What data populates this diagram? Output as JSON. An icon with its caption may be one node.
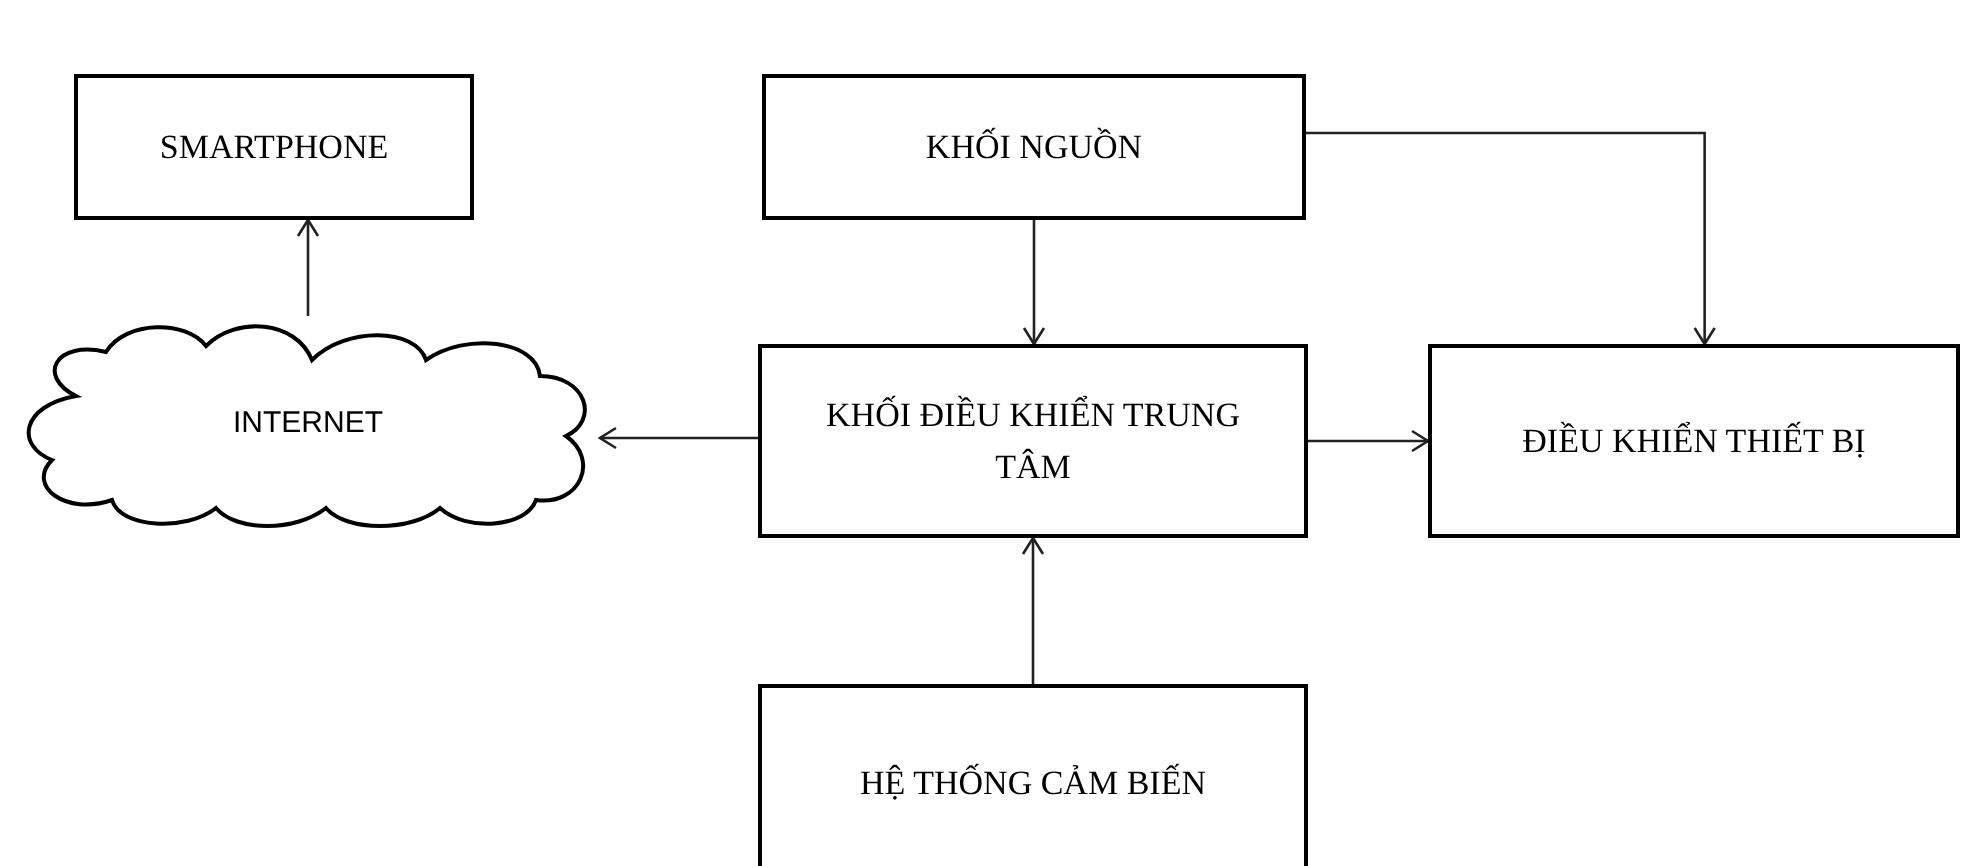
{
  "diagram": {
    "nodes": [
      {
        "text": [
          "SMARTPHONE"
        ]
      },
      {
        "text": [
          "KHỐI NGUỒN"
        ]
      },
      {
        "text": [
          "INTERNET"
        ]
      },
      {
        "text": [
          "KHỐI ĐIỀU KHIỂN TRUNG TÂM"
        ]
      },
      {
        "text": [
          "ĐIỀU KHIỂN THIẾT BỊ"
        ]
      },
      {
        "text": [
          "HỆ THỐNG CẢM BIẾN"
        ]
      }
    ],
    "edges": [
      {
        "from": 2,
        "to": 0,
        "arrow": "to"
      },
      {
        "from": 1,
        "to": 3,
        "arrow": "to"
      },
      {
        "from": 1,
        "to": 4,
        "arrow": "to"
      },
      {
        "from": 3,
        "to": 2,
        "arrow": "to"
      },
      {
        "from": 3,
        "to": 4,
        "arrow": "to"
      },
      {
        "from": 5,
        "to": 3,
        "arrow": "to"
      }
    ]
  }
}
